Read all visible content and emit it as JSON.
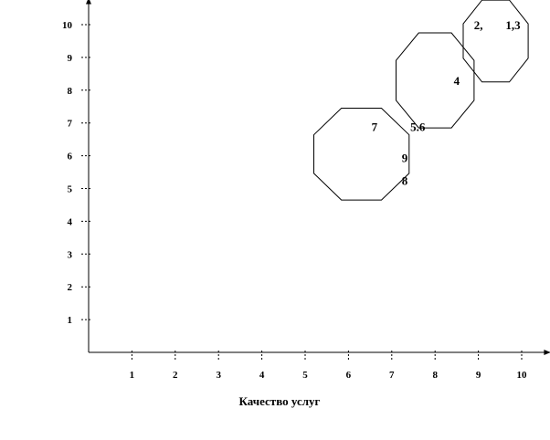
{
  "chart_data": {
    "type": "scatter",
    "title": "",
    "xlabel": "Качество услуг",
    "ylabel": "",
    "xlim": [
      0,
      10.6
    ],
    "ylim": [
      0,
      10.6
    ],
    "x_ticks": [
      "1",
      "2",
      "3",
      "4",
      "5",
      "6",
      "7",
      "8",
      "9",
      "10"
    ],
    "y_ticks": [
      "1",
      "2",
      "3",
      "4",
      "5",
      "6",
      "7",
      "8",
      "9",
      "10"
    ],
    "grid": false,
    "legend": "none",
    "points": [
      {
        "label": "2,",
        "x": 9.0,
        "y": 10.0
      },
      {
        "label": "1,3",
        "x": 9.8,
        "y": 10.0
      },
      {
        "label": "4",
        "x": 8.5,
        "y": 8.3
      },
      {
        "label": "5.6",
        "x": 7.6,
        "y": 6.9
      },
      {
        "label": "7",
        "x": 6.6,
        "y": 6.9
      },
      {
        "label": "9",
        "x": 7.3,
        "y": 5.95
      },
      {
        "label": "8",
        "x": 7.3,
        "y": 5.25
      }
    ],
    "clusters": [
      {
        "cx": 9.4,
        "cy": 9.5,
        "rx": 0.75,
        "ry": 1.25
      },
      {
        "cx": 8.0,
        "cy": 8.3,
        "rx": 0.9,
        "ry": 1.45
      },
      {
        "cx": 6.3,
        "cy": 6.05,
        "rx": 1.1,
        "ry": 1.4
      }
    ],
    "colors": {
      "axis": "#000000",
      "cluster": "#000000"
    }
  }
}
